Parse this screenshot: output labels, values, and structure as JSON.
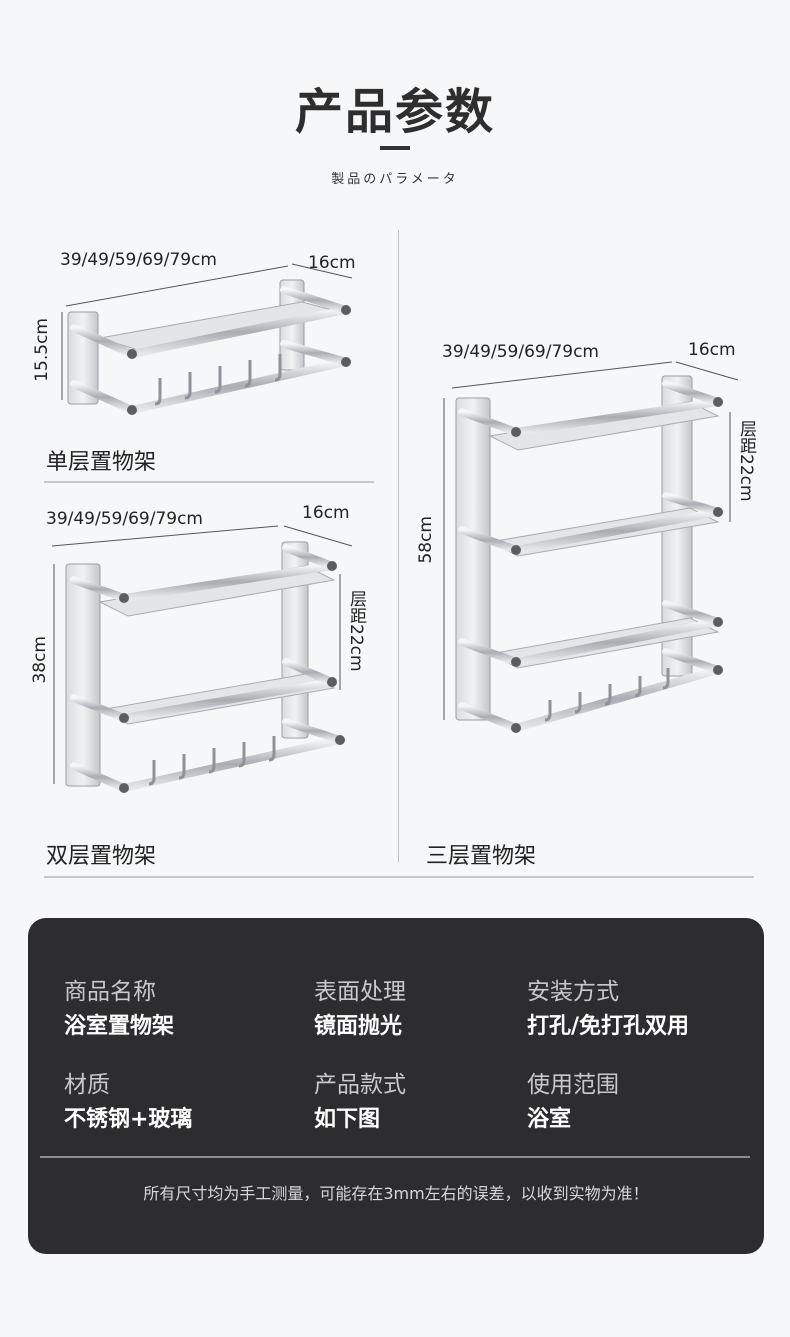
{
  "header": {
    "title": "产品参数",
    "subtitle": "製品のパラメータ"
  },
  "racks": {
    "single": {
      "width_label": "39/49/59/69/79cm",
      "depth_label": "16cm",
      "height_label": "15.5cm",
      "name": "单层置物架"
    },
    "double": {
      "width_label": "39/49/59/69/79cm",
      "depth_label": "16cm",
      "height_label": "38cm",
      "spacing_label": "层距22cm",
      "name": "双层置物架"
    },
    "triple": {
      "width_label": "39/49/59/69/79cm",
      "depth_label": "16cm",
      "height_label": "58cm",
      "spacing_label": "层距22cm",
      "name": "三层置物架"
    }
  },
  "specs": {
    "items": [
      {
        "label": "商品名称",
        "value": "浴室置物架"
      },
      {
        "label": "表面处理",
        "value": "镜面抛光"
      },
      {
        "label": "安装方式",
        "value": "打孔/免打孔双用"
      },
      {
        "label": "材质",
        "value": "不锈钢+玻璃"
      },
      {
        "label": "产品款式",
        "value": "如下图"
      },
      {
        "label": "使用范围",
        "value": "浴室"
      }
    ],
    "note": "所有尺寸均为手工测量，可能存在3mm左右的误差，以收到实物为准！"
  },
  "colors": {
    "panel_background": "#2d2d30",
    "page_background": "#f6f7f8",
    "metal": "#b8bcc2"
  }
}
